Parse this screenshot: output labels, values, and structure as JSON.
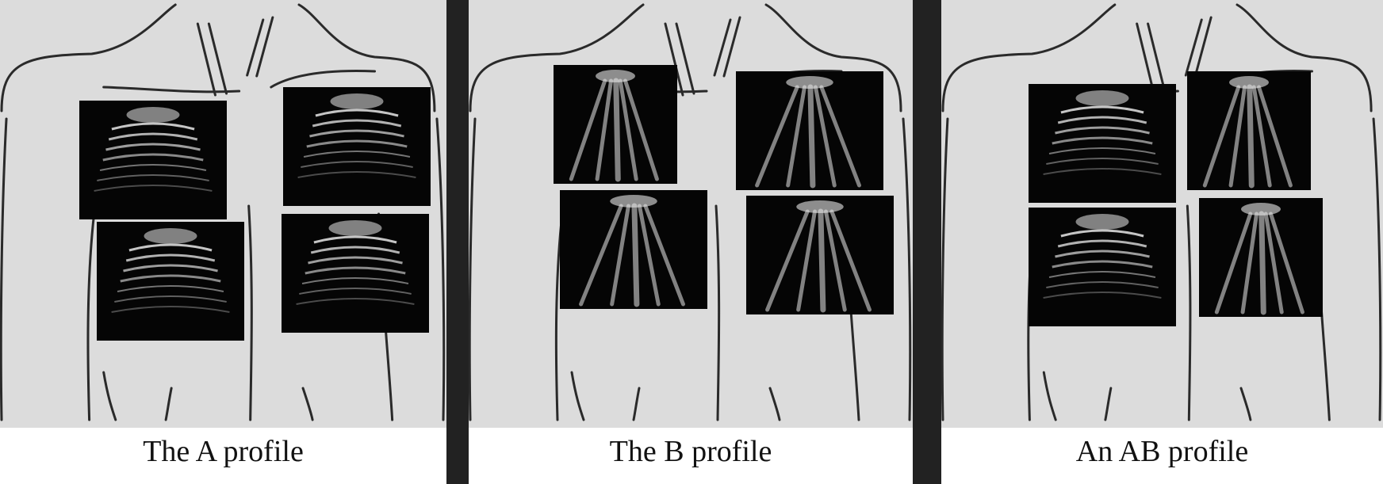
{
  "colors": {
    "background": "#dcdcdc",
    "divider": "#222222",
    "outline": "#2a2a2a",
    "probe_background": "#050505",
    "echo": "#e8e8e8"
  },
  "panels": [
    {
      "id": "A",
      "caption": "The A profile",
      "probes": [
        "A-lines",
        "A-lines",
        "A-lines",
        "A-lines"
      ]
    },
    {
      "id": "B",
      "caption": "The B profile",
      "probes": [
        "B-lines",
        "B-lines",
        "B-lines",
        "B-lines"
      ]
    },
    {
      "id": "AB",
      "caption": "An AB profile",
      "probes": [
        "A-lines",
        "B-lines",
        "A-lines",
        "B-lines"
      ]
    }
  ]
}
